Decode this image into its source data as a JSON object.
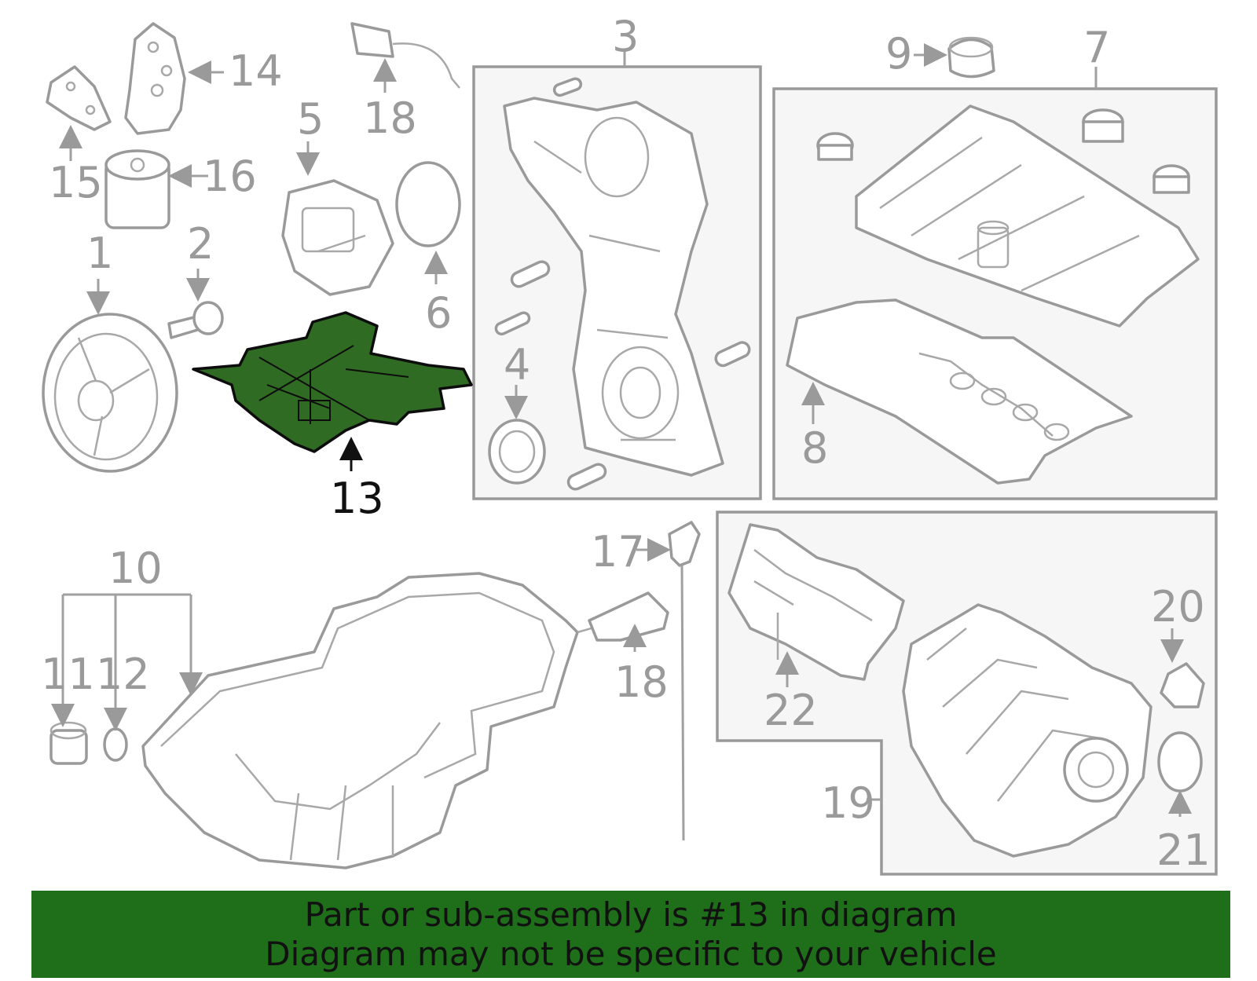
{
  "banner": {
    "line1": "Part or sub-assembly is #13 in diagram",
    "line2": "Diagram may not be specific to your vehicle"
  },
  "callouts": {
    "c1": "1",
    "c2": "2",
    "c3": "3",
    "c4": "4",
    "c5": "5",
    "c6": "6",
    "c7": "7",
    "c8": "8",
    "c9": "9",
    "c10": "10",
    "c11": "11",
    "c12": "12",
    "c13": "13",
    "c14": "14",
    "c15": "15",
    "c16": "16",
    "c17": "17",
    "c18a": "18",
    "c18b": "18",
    "c19": "19",
    "c20": "20",
    "c21": "21",
    "c22": "22"
  },
  "highlighted_part": "13",
  "colors": {
    "highlight_fill": "#2f6b22",
    "banner_bg": "#1f6e1a",
    "line_gray": "#9a9a9a",
    "box_fill": "#f6f6f6"
  }
}
